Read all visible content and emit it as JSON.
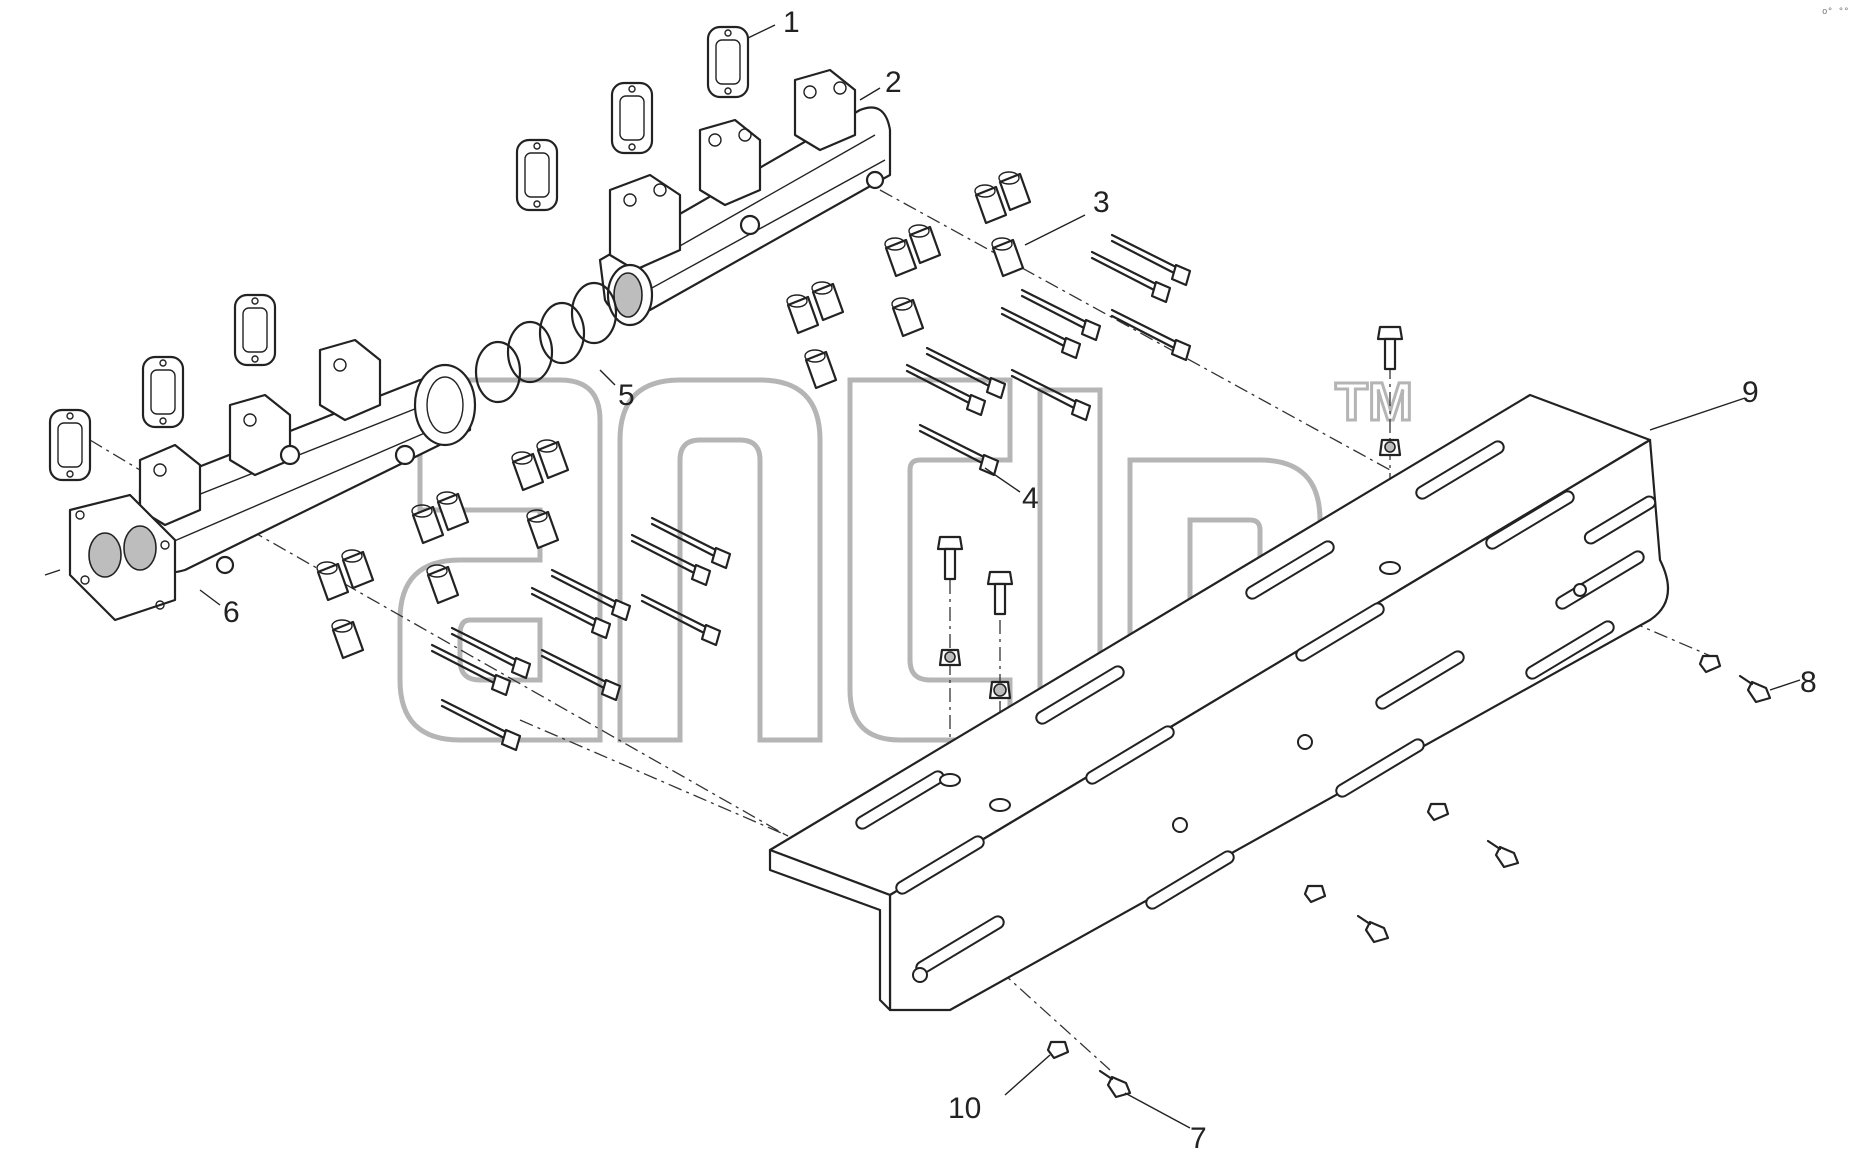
{
  "diagram": {
    "callouts": [
      {
        "id": "1",
        "label": "1"
      },
      {
        "id": "2",
        "label": "2"
      },
      {
        "id": "3",
        "label": "3"
      },
      {
        "id": "4",
        "label": "4"
      },
      {
        "id": "5",
        "label": "5"
      },
      {
        "id": "6",
        "label": "6"
      },
      {
        "id": "7",
        "label": "7"
      },
      {
        "id": "8",
        "label": "8"
      },
      {
        "id": "9",
        "label": "9"
      },
      {
        "id": "10",
        "label": "10"
      }
    ],
    "watermark": {
      "text": "anclp",
      "trademark": "TM"
    },
    "corner_mark": "o° °°"
  }
}
